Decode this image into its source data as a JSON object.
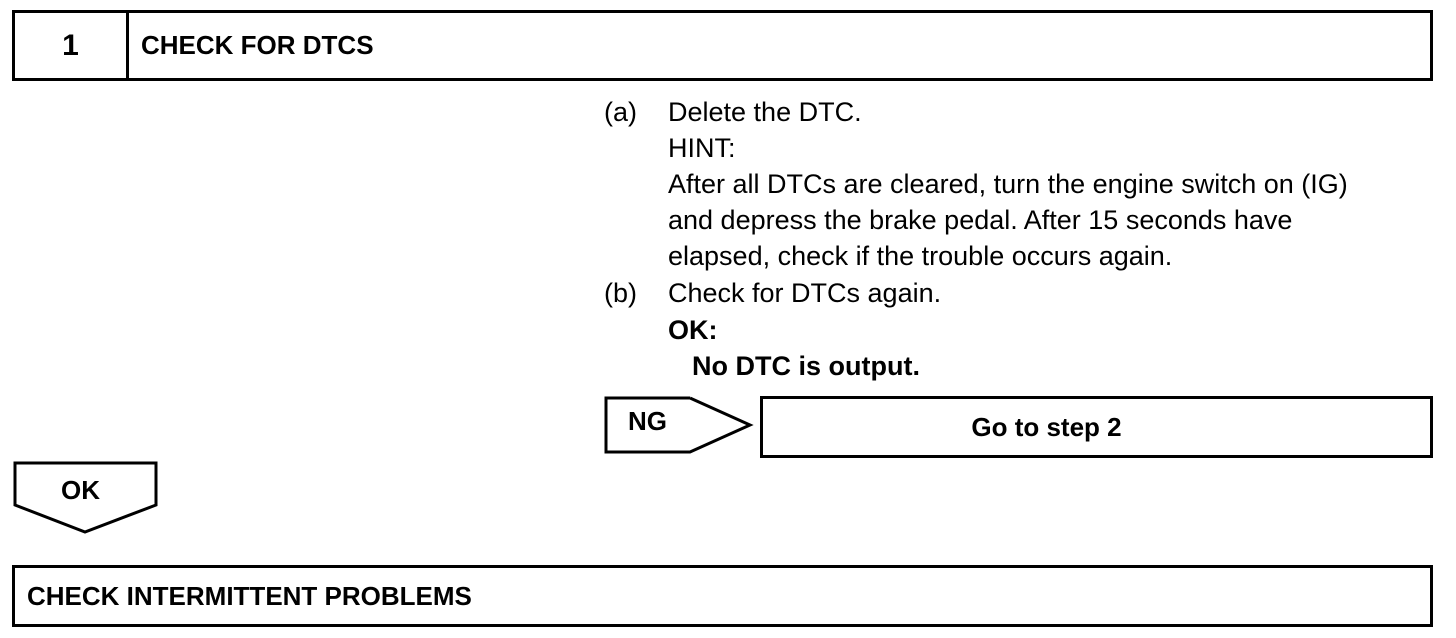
{
  "step": {
    "number": "1",
    "title": "CHECK FOR DTCS"
  },
  "instructions": [
    {
      "label": "(a)",
      "text": "Delete the DTC."
    },
    {
      "label": "",
      "text": "HINT:"
    },
    {
      "label": "",
      "text": "After all DTCs are cleared, turn the engine switch on (IG)"
    },
    {
      "label": "",
      "text": "and depress the brake pedal. After 15 seconds have"
    },
    {
      "label": "",
      "text": "elapsed, check if the trouble occurs again."
    },
    {
      "label": "(b)",
      "text": "Check for DTCs again."
    }
  ],
  "ok_criteria": {
    "heading": "OK:",
    "text": "No DTC is output."
  },
  "ng_branch": {
    "label": "NG",
    "target": "Go to step 2"
  },
  "ok_branch": {
    "label": "OK"
  },
  "result": {
    "title": "CHECK INTERMITTENT PROBLEMS"
  }
}
